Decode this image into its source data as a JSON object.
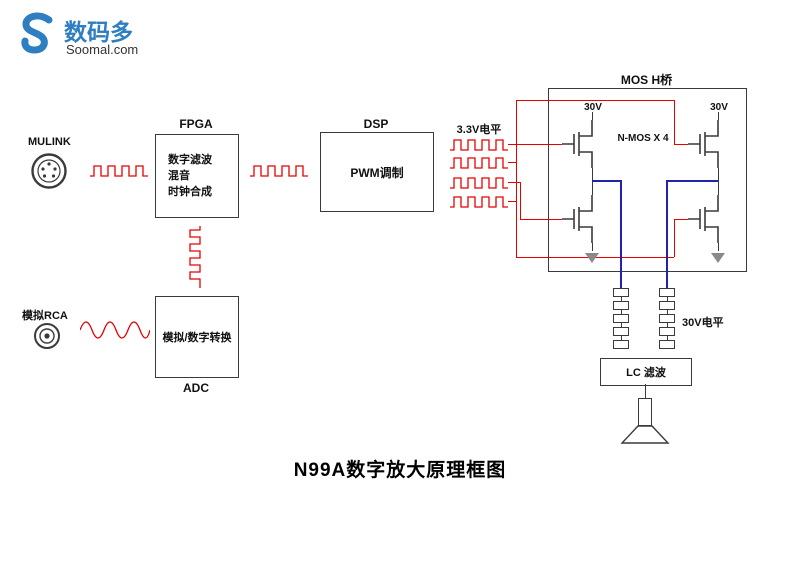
{
  "logo": {
    "brand": "数码多",
    "domain": "Soomal.com"
  },
  "title": "N99A数字放大原理框图",
  "inputs": {
    "mulink": "MULINK",
    "rca": "模拟RCA"
  },
  "blocks": {
    "fpga": {
      "label": "FPGA",
      "lines": [
        "数字滤波",
        "混音",
        "时钟合成"
      ]
    },
    "dsp": {
      "label": "DSP",
      "content": "PWM调制"
    },
    "adc": {
      "label": "ADC",
      "content": "模拟/数字转换"
    },
    "lc": {
      "content": "LC 滤波"
    }
  },
  "bridge": {
    "label": "MOS H桥",
    "nmos": "N-MOS X 4",
    "v30_left": "30V",
    "v30_right": "30V"
  },
  "annotations": {
    "level_33": "3.3V电平",
    "level_30": "30V电平"
  },
  "colors": {
    "signal_red": "#e60000",
    "wire_blue": "#2222aa",
    "brand_blue": "#2e7ec2",
    "line_black": "#3a3a3a"
  }
}
